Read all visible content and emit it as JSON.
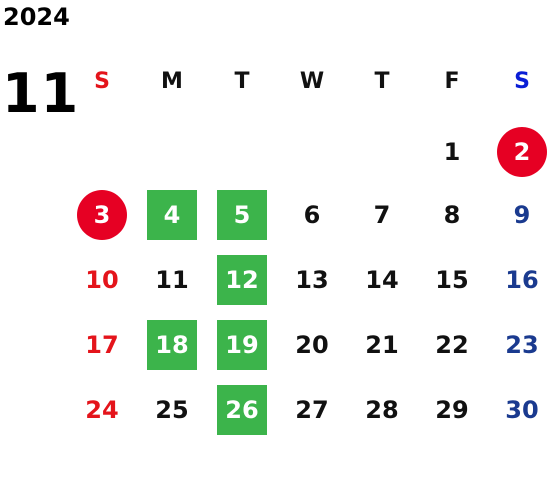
{
  "calendar": {
    "year": "2024",
    "month": "11",
    "weekdays": [
      "S",
      "M",
      "T",
      "W",
      "T",
      "F",
      "S"
    ],
    "weeks": [
      [
        "",
        "",
        "",
        "",
        "",
        "1",
        "2"
      ],
      [
        "3",
        "4",
        "5",
        "6",
        "7",
        "8",
        "9"
      ],
      [
        "10",
        "11",
        "12",
        "13",
        "14",
        "15",
        "16"
      ],
      [
        "17",
        "18",
        "19",
        "20",
        "21",
        "22",
        "23"
      ],
      [
        "24",
        "25",
        "26",
        "27",
        "28",
        "29",
        "30"
      ]
    ],
    "holidays": [
      "2",
      "3"
    ],
    "highlighted_days": [
      "4",
      "5",
      "12",
      "18",
      "19",
      "26"
    ]
  },
  "colors": {
    "sunday": "#e4141b",
    "saturday": "#1a3a8f",
    "holiday_circle": "#e60023",
    "highlight": "#3cb44b"
  }
}
